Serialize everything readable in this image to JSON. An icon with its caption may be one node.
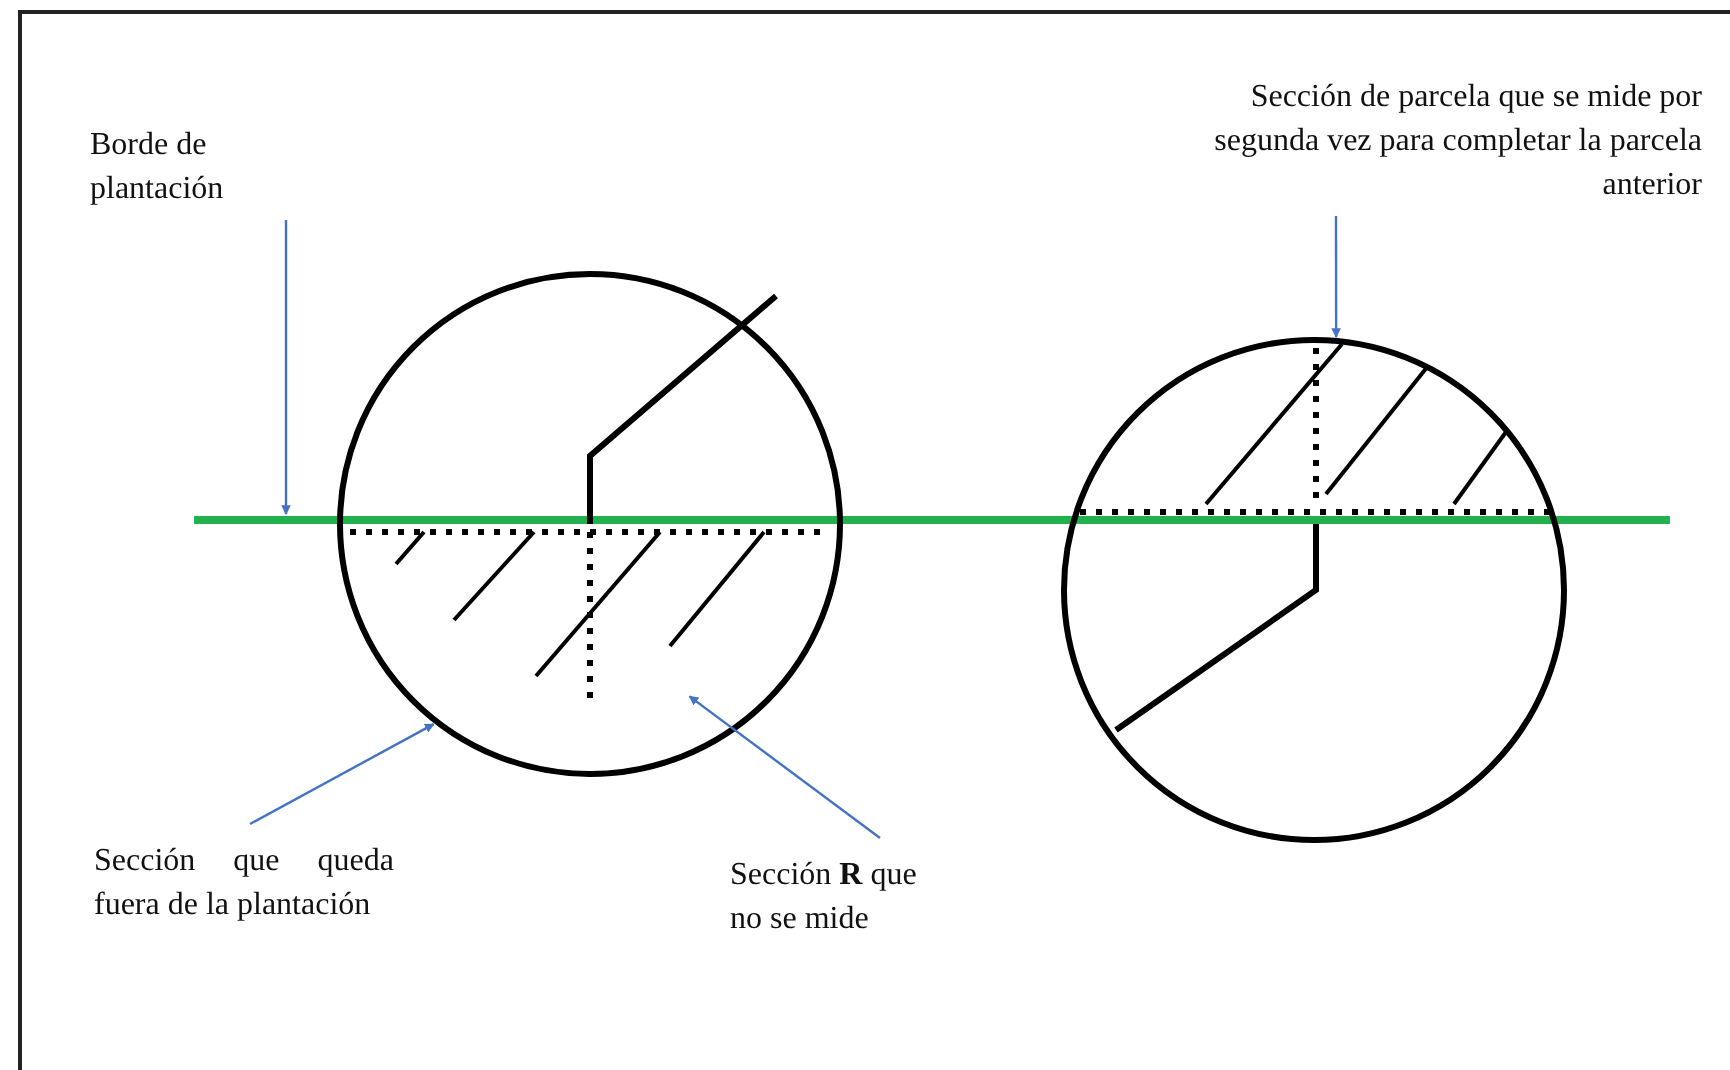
{
  "diagram": {
    "nodes": [
      {
        "text": [
          "Borde de plantación"
        ]
      },
      {
        "text": [
          "Sección de parcela que se mide por segunda vez para completar la parcela anterior"
        ]
      },
      {
        "text": [
          "Sección que queda fuera de la plantación"
        ]
      },
      {
        "text": [
          "Sección **R** que no se mide"
        ]
      },
      {
        "text": [],
        "shape": "line"
      },
      {
        "text": [],
        "shape": "circle"
      },
      {
        "text": [],
        "shape": "circle"
      }
    ],
    "edges": [
      {
        "from": 0,
        "to": 4,
        "arrow": "to"
      },
      {
        "from": 1,
        "to": 6,
        "arrow": "to"
      },
      {
        "from": 2,
        "to": 5,
        "arrow": "to"
      },
      {
        "from": 3,
        "to": 5,
        "arrow": "to"
      }
    ]
  }
}
